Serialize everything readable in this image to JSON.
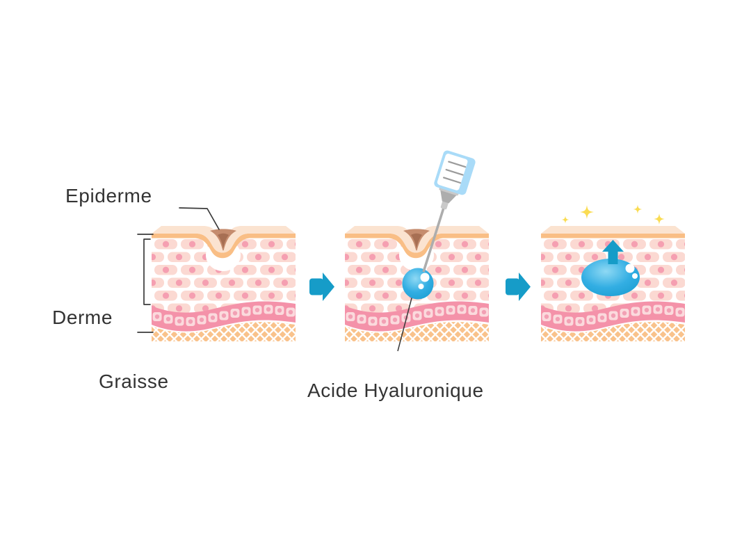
{
  "labels": {
    "epidermis": "Epiderme",
    "dermis": "Derme",
    "fat": "Graisse",
    "acid": "Acide Hyaluronique"
  },
  "colors": {
    "skin_top": "#FBE3D0",
    "skin_line": "#F9BE85",
    "cell_fill": "#FBD9D2",
    "cell_nucleus": "#F59FB1",
    "wave_band": "#F492A9",
    "band_cell": "#FBDADD",
    "band_dot": "#F2A0B4",
    "fat_fill": "#F9C28B",
    "wrinkle_outer": "#C58C6E",
    "wrinkle_inner": "#A76F53",
    "arrow": "#169CC8",
    "acid_light": "#8FD9F4",
    "acid_main": "#33AEE3",
    "acid_dark": "#1B9ED2",
    "syringe_blue": "#A9DBF8",
    "metal": "#ADADAD",
    "metal_light": "#C9C9C9",
    "metal_dark": "#9B9B9B",
    "sparkle": "#FADC52",
    "leader": "#3A3A3A",
    "text": "#333333"
  }
}
